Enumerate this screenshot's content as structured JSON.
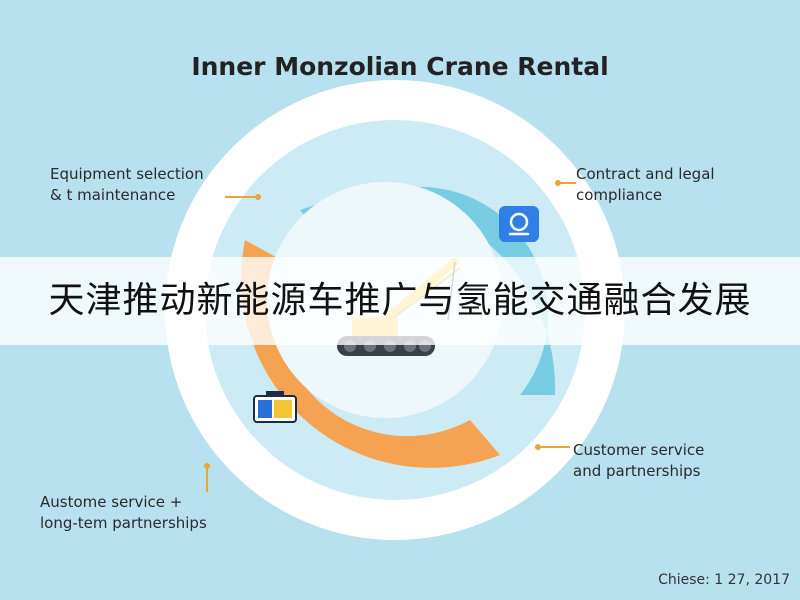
{
  "title": "Inner Monzolian Crane Rental",
  "labels": {
    "top_left": {
      "line1": "Equipment selection",
      "line2": "& t maintenance"
    },
    "top_right": {
      "line1": "Contract and legal",
      "line2": "compliance"
    },
    "bottom_right": {
      "line1": "Customer service",
      "line2": "and partnerships"
    },
    "bottom_left": {
      "line1": "Austome service +",
      "line2": "long-tem partnerships"
    }
  },
  "banner": {
    "text": "天津推动新能源车推广与氢能交通融合发展"
  },
  "footer": {
    "text": "Chiese: 1 27, 2017"
  },
  "icons": {
    "top_right": "contract-icon",
    "bottom_left": "toolbox-icon",
    "center": "crawler-crane-icon"
  },
  "colors": {
    "background": "#b7e1ee",
    "ring_outer": "#ffffff",
    "segment_blue": "#78cde4",
    "segment_orange": "#f5a352",
    "connector": "#e9a53a",
    "icon_blue": "#2f7fe6"
  }
}
